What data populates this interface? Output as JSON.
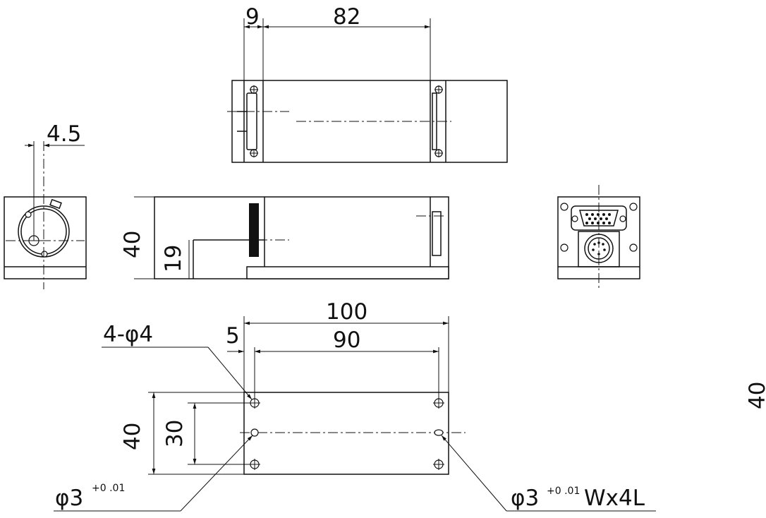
{
  "top_view": {
    "dim_left": "9",
    "dim_main": "82"
  },
  "side_view": {
    "dim_offset": "4.5"
  },
  "front_view": {
    "dim_height": "40",
    "dim_sub": "19"
  },
  "bottom_view": {
    "dim_total": "100",
    "dim_inner": "90",
    "dim_edge": "5",
    "hole_callout": "4-φ4",
    "dim_height": "40",
    "dim_pitch": "30",
    "pin_left_main": "φ3",
    "pin_left_tol": "+0 .01",
    "pin_right_main": "φ3",
    "pin_right_tol": "+0 .01",
    "pin_right_suffix": "Wx4L"
  },
  "margin_label": "40"
}
